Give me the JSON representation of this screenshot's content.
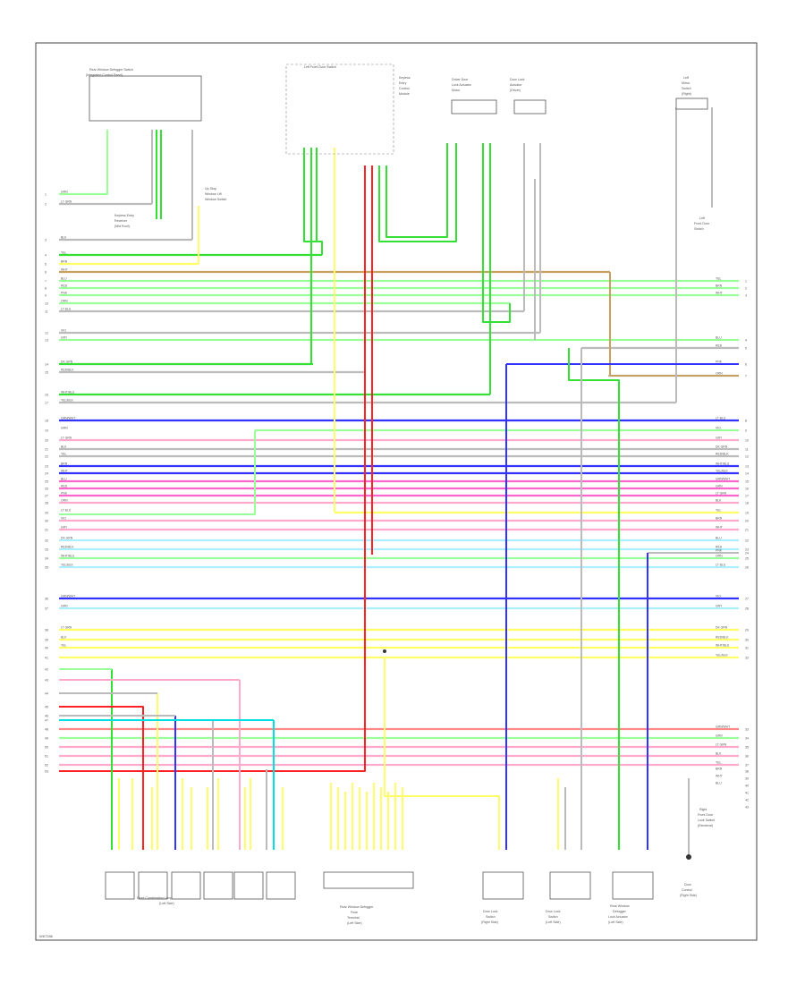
{
  "diagram_ref": "W67286",
  "left_pins": [
    "1",
    "2",
    "3",
    "4",
    "5",
    "6",
    "7",
    "8",
    "9",
    "10",
    "11",
    "12",
    "13",
    "14",
    "15",
    "16",
    "17",
    "18",
    "19",
    "20",
    "21",
    "22",
    "23",
    "24",
    "25",
    "26",
    "27",
    "28",
    "29",
    "30",
    "31",
    "32",
    "33",
    "34",
    "35",
    "36",
    "37",
    "38",
    "39",
    "40",
    "41",
    "42",
    "43",
    "44",
    "45",
    "46",
    "47",
    "48",
    "49",
    "50",
    "51",
    "52",
    "53"
  ],
  "right_pins": [
    "1",
    "2",
    "3",
    "4",
    "5",
    "6",
    "7",
    "8",
    "9",
    "10",
    "11",
    "12",
    "13",
    "14",
    "15",
    "16",
    "17",
    "18",
    "19",
    "20",
    "21",
    "22",
    "23",
    "24",
    "25",
    "26",
    "27",
    "28",
    "29",
    "30",
    "31",
    "32",
    "33",
    "34",
    "35",
    "36",
    "37",
    "38",
    "39",
    "40",
    "41",
    "42",
    "43"
  ],
  "labels": {
    "top_left_switch": "Rear Window Defogger Switch",
    "top_left_switch2": "(Integrated Control Panel)",
    "side_left_1": "Keyless Entry",
    "side_left_2": "Receiver",
    "side_left_3": "(Mid Roof)",
    "top_small_1": "Up Stop",
    "top_small_2": "Window Lift",
    "top_small_3": "Window Switch",
    "center_top": "Left Front Door Switch",
    "center_block_1": "Keyless",
    "center_block_2": "Entry",
    "center_block_3": "Control",
    "center_block_4": "Module",
    "ecm_1": "Driver Door",
    "ecm_2": "Lock Actuator",
    "ecm_3": "Motor",
    "door_1": "Door Lock",
    "door_2": "Actuator",
    "door_3": "(Driver)",
    "right_top_1": "Left",
    "right_top_2": "Mirror",
    "right_top_3": "Switch",
    "right_top_4": "(Right)",
    "right_top_5": "Left",
    "right_top_6": "Front Door",
    "right_top_7": "Switch",
    "right_bottom_1": "Right",
    "right_bottom_2": "Front Door",
    "right_bottom_3": "Lock Switch",
    "right_bottom_4": "(Electrical)",
    "bottom_1": "Front Combination Lamp",
    "bottom_2": "(Left Side)",
    "bottom_3": "Rear Window Defogger",
    "bottom_4": "Fuse",
    "bottom_5": "Terminal",
    "bottom_6": "(Left Side)",
    "bottom_7": "Door Lock",
    "bottom_8": "Switch",
    "bottom_9": "(Right Side)",
    "bottom_10": "Door Lock",
    "bottom_11": "Switch",
    "bottom_12": "(Left Side)",
    "bottom_13": "Rear Window",
    "bottom_14": "Defogger",
    "bottom_15": "Lock Actuator",
    "bottom_16": "(Left Side)",
    "bottom_17": "Door",
    "bottom_18": "Control",
    "bottom_19": "(Right Side)"
  },
  "wire_tags": [
    "GRN",
    "LT GRN",
    "BLK",
    "YEL",
    "BRN",
    "WHT",
    "BLU",
    "RED",
    "PNK",
    "ORN",
    "LT BLU",
    "VIO",
    "GRY",
    "DK GRN",
    "RED/BLK",
    "WHT/BLU",
    "YEL/BLK",
    "GRN/WHT"
  ],
  "colors": {
    "green": "#33e033",
    "yellow": "#ffff66",
    "red": "#ff2222",
    "blue": "#3333ff",
    "cyan": "#00e0e0",
    "pink": "#ff66cc",
    "brown": "#c8a060",
    "grey": "#bbbbbb",
    "lt_green": "#99ff99",
    "lt_blue": "#aaeeff",
    "pink_light": "#ffaacc",
    "salmon": "#ff8888",
    "frame": "#444444"
  }
}
